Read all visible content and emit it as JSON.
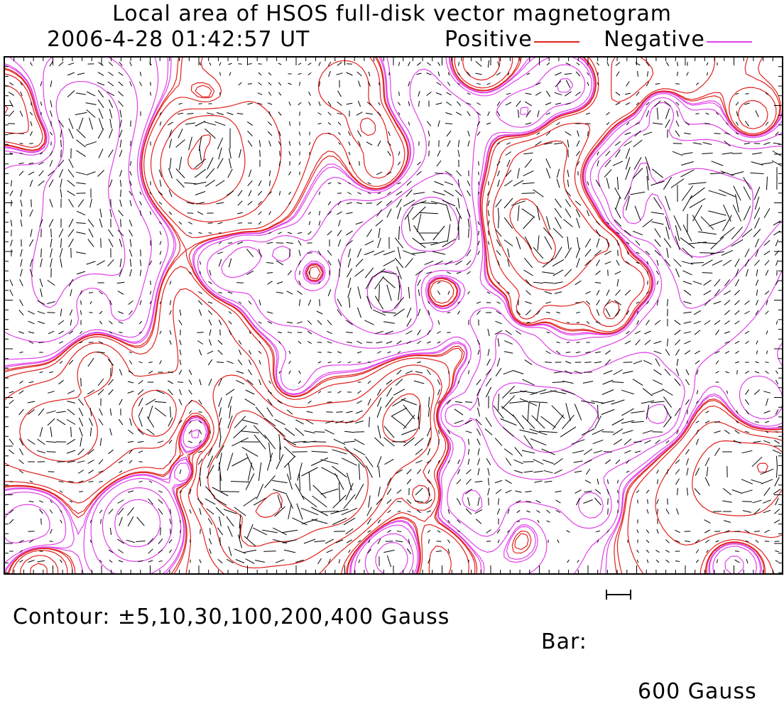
{
  "chart_data": {
    "type": "vector magnetogram contour",
    "title": "Local area of HSOS full-disk vector magnetogram",
    "subtitle": "2006-4-28 01:42:57 UT",
    "legend": [
      {
        "label": "Positive",
        "color": "#e0201c"
      },
      {
        "label": "Negative",
        "color": "#e040e8"
      }
    ],
    "contour_levels_gauss": [
      5,
      10,
      30,
      100,
      200,
      400
    ],
    "contour_caption": "Contour: ±5,10,30,100,200,400 Gauss",
    "bar_caption_label": "Bar:",
    "bar_caption_value": "600 Gauss",
    "bar_length_gauss": 600,
    "vector_color": "#000000",
    "axes": {
      "tick_labels": "none",
      "frame": true,
      "minor_ticks": true
    }
  }
}
